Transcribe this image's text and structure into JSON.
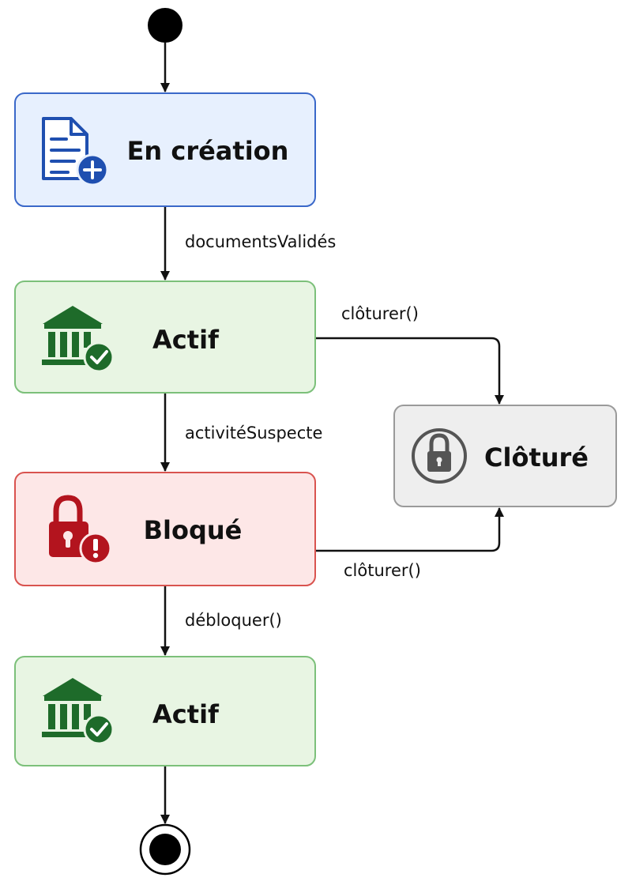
{
  "states": {
    "creation": {
      "label": "En création",
      "icon": "document-add-icon",
      "color": "#1f4fb0",
      "fill": "#e7f0fe",
      "border": "#3a68c9"
    },
    "actif_1": {
      "label": "Actif",
      "icon": "bank-check-icon",
      "color": "#1e6b2a",
      "fill": "#e8f5e3",
      "border": "#7cc07a"
    },
    "bloque": {
      "label": "Bloqué",
      "icon": "lock-alert-icon",
      "color": "#b3141e",
      "fill": "#fde7e7",
      "border": "#d9534f"
    },
    "cloture": {
      "label": "Clôturé",
      "icon": "lock-icon",
      "color": "#555555",
      "fill": "#eeeeee",
      "border": "#9a9a9a"
    },
    "actif_2": {
      "label": "Actif",
      "icon": "bank-check-icon",
      "color": "#1e6b2a",
      "fill": "#e8f5e3",
      "border": "#7cc07a"
    }
  },
  "transitions": {
    "documents_valides": "documentsValidés",
    "activite_suspecte": "activitéSuspecte",
    "cloturer_actif": "clôturer()",
    "cloturer_bloque": "clôturer()",
    "debloquer": "débloquer()"
  },
  "colors": {
    "arrow": "#111111",
    "text": "#111111"
  }
}
